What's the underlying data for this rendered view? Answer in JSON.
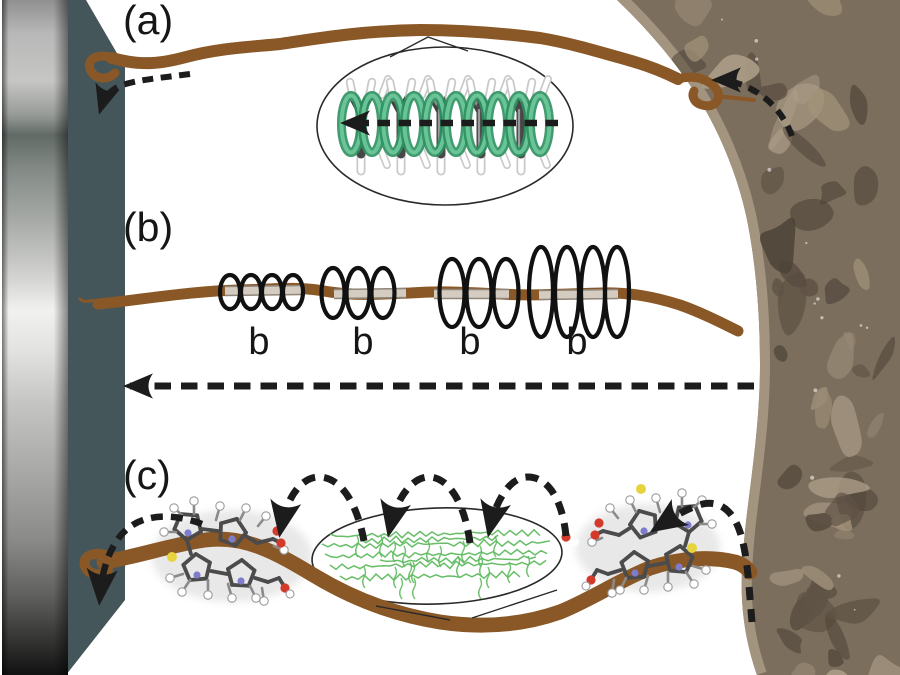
{
  "panels": {
    "a": {
      "label": "(a)"
    },
    "b": {
      "label": "(b)",
      "bridge_labels": [
        "b",
        "b",
        "b",
        "b"
      ]
    },
    "c": {
      "label": "(c)"
    }
  },
  "colors": {
    "wire_brown": "#8a5827",
    "electrode_slate": "#45565b",
    "arrow_black": "#1c1c1c",
    "label_ink": "#161616",
    "orbital_green": "#2e8f5f",
    "orbital_green_light": "#6cc79a",
    "polymer_green": "#5fba5f",
    "bridge_gray": "#d4ccc1",
    "bridge_gray_border": "#8f8579",
    "body_base": "#7b6e5d",
    "body_rim": "#a3947f",
    "body_dark": "#574c3f",
    "body_light": "#a29379",
    "metal_light": "#f1f1ef",
    "metal_dark": "#121212",
    "atom_carbon": "#4b4b4b",
    "atom_nitrogen": "#7d7dcc",
    "atom_oxygen": "#d43a2a",
    "atom_sulfur": "#e6d33e",
    "atom_hydrogen": "#ffffff"
  }
}
